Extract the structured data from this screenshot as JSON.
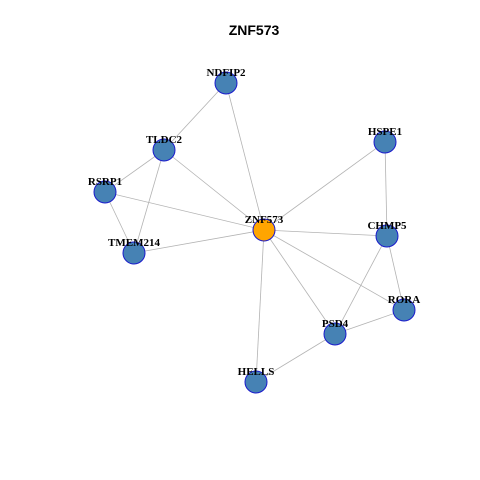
{
  "title": "ZNF573",
  "colors": {
    "center_node": "#ffa500",
    "neighbor_node": "#4682b4",
    "node_border": "#1a1acc",
    "edge": "#b3b3b3"
  },
  "nodes": [
    {
      "id": "ZNF573",
      "label": "ZNF573",
      "role": "center"
    },
    {
      "id": "NDFIP2",
      "label": "NDFIP2",
      "role": "neighbor"
    },
    {
      "id": "TLDC2",
      "label": "TLDC2",
      "role": "neighbor"
    },
    {
      "id": "RSRP1",
      "label": "RSRP1",
      "role": "neighbor"
    },
    {
      "id": "TMEM214",
      "label": "TMEM214",
      "role": "neighbor"
    },
    {
      "id": "HSPE1",
      "label": "HSPE1",
      "role": "neighbor"
    },
    {
      "id": "CHMP5",
      "label": "CHMP5",
      "role": "neighbor"
    },
    {
      "id": "RORA",
      "label": "RORA",
      "role": "neighbor"
    },
    {
      "id": "PSD4",
      "label": "PSD4",
      "role": "neighbor"
    },
    {
      "id": "HELLS",
      "label": "HELLS",
      "role": "neighbor"
    }
  ],
  "edges": [
    [
      "ZNF573",
      "NDFIP2"
    ],
    [
      "ZNF573",
      "RSRP1"
    ],
    [
      "ZNF573",
      "TMEM214"
    ],
    [
      "ZNF573",
      "HSPE1"
    ],
    [
      "ZNF573",
      "CHMP5"
    ],
    [
      "ZNF573",
      "RORA"
    ],
    [
      "ZNF573",
      "PSD4"
    ],
    [
      "ZNF573",
      "HELLS"
    ],
    [
      "ZNF573",
      "TLDC2"
    ],
    [
      "NDFIP2",
      "TLDC2"
    ],
    [
      "TLDC2",
      "RSRP1"
    ],
    [
      "TLDC2",
      "TMEM214"
    ],
    [
      "RSRP1",
      "TMEM214"
    ],
    [
      "HSPE1",
      "CHMP5"
    ],
    [
      "CHMP5",
      "RORA"
    ],
    [
      "CHMP5",
      "PSD4"
    ],
    [
      "PSD4",
      "RORA"
    ],
    [
      "PSD4",
      "HELLS"
    ]
  ]
}
